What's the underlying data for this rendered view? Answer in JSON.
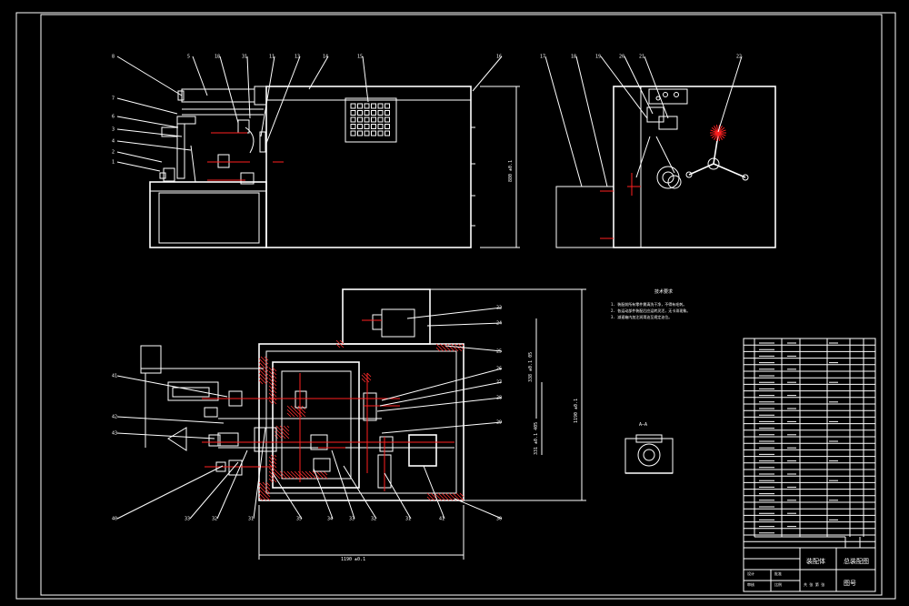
{
  "drawing": {
    "colors": {
      "background": "#000000",
      "line": "#ffffff",
      "accent": "#ff2020",
      "hatch": "#ff3030"
    },
    "elevation_labels": [
      "8",
      "5",
      "18",
      "31",
      "11",
      "13",
      "14",
      "15",
      "7",
      "6",
      "3",
      "4",
      "2",
      "1"
    ],
    "side_labels": [
      "16",
      "17",
      "18",
      "19",
      "20",
      "21",
      "22"
    ],
    "plan_labels_right": [
      "22",
      "24",
      "25",
      "26",
      "27",
      "28",
      "29",
      "30"
    ],
    "plan_labels_left": [
      "41",
      "42",
      "43",
      "40",
      "33",
      "32",
      "31",
      "35",
      "34",
      "33",
      "32",
      "31"
    ],
    "dim_elevation_height": "880 ±0.1",
    "dim_plan_a": "338 ±0.1 05",
    "dim_plan_b": "331 ±0.1 405",
    "dim_plan_height": "1190 ±0.1",
    "dim_plan_width": "1190 ±0.1",
    "section_label": "A—A",
    "tech_title": "技术要求",
    "tech_notes": [
      "1. 装配前所有零件需清洗干净，不得有毛刺。",
      "2. 各运动部件装配后应运转灵活，无卡滞现象。",
      "3. 减速箱内加注润滑油至规定油位。"
    ],
    "title_block": {
      "name": "总装配图",
      "material": "装配体",
      "label_design": "设计",
      "label_check": "审核",
      "label_approve": "批准",
      "label_scale": "比例",
      "label_sheet": "共 张 第 张",
      "drawing_no": "图号"
    }
  }
}
